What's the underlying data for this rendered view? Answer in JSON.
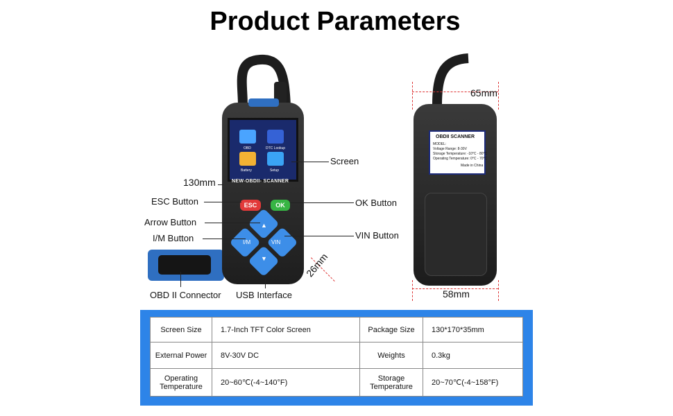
{
  "title": "Product Parameters",
  "dimensions": {
    "height_front": "130mm",
    "depth": "26mm",
    "width_back": "65mm",
    "width_bottom": "58mm"
  },
  "callouts": {
    "screen": "Screen",
    "esc_button": "ESC Button",
    "ok_button": "OK Button",
    "arrow_button": "Arrow Button",
    "im_button": "I/M Button",
    "vin_button": "VIN Button",
    "obd_connector": "OBD II Connector",
    "usb_interface": "USB Interface"
  },
  "device_screen": {
    "apps": [
      "OBD",
      "DTC Lookup",
      "Battery",
      "Setup"
    ],
    "brand": "NEW-OBDII- SCANNER"
  },
  "device_buttons": {
    "esc": "ESC",
    "ok": "OK",
    "im": "I/M",
    "vin": "VIN"
  },
  "sticker": {
    "title": "OBDII SCANNER",
    "model": "MODEL:",
    "voltage": "Voltage Range: 8-30V",
    "storage_temp": "Storage Temperature: -10°C - 80°C",
    "operating_temp": "Operating Temperature: 0°C - 70°C",
    "made_in": "Made in China"
  },
  "specs": [
    {
      "label1": "Screen Size",
      "value1": "1.7-Inch TFT Color Screen",
      "label2": "Package Size",
      "value2": "130*170*35mm"
    },
    {
      "label1": "External Power",
      "value1": "8V-30V DC",
      "label2": "Weights",
      "value2": "0.3kg"
    },
    {
      "label1": "Operating Temperature",
      "value1": "20~60℃(-4~140°F)",
      "label2": "Storage Temperature",
      "value2": "20~70℃(-4~158°F)"
    }
  ],
  "colors": {
    "panel_blue": "#2d84e8",
    "esc_red": "#e23a3a",
    "ok_green": "#37b544",
    "dpad_blue": "#3d8ee8",
    "dimension_red": "#dd3333"
  }
}
